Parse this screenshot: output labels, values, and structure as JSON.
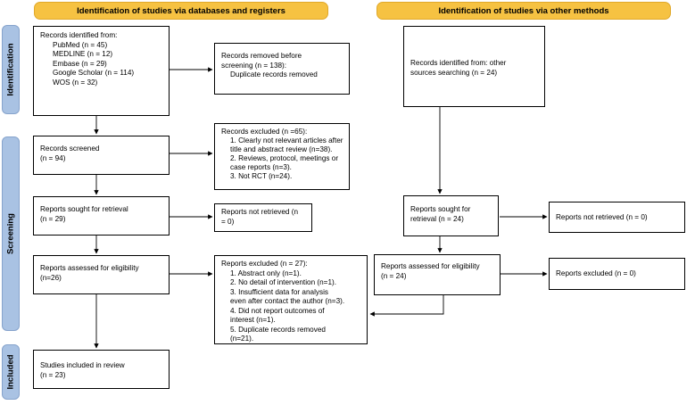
{
  "headers": {
    "databases": "Identification of studies via databases and registers",
    "other": "Identification of studies via other methods"
  },
  "stages": {
    "identification": "Identification",
    "screening": "Screening",
    "included": "Included"
  },
  "boxes": {
    "records_identified": {
      "title": "Records identified from:",
      "lines": [
        "PubMed (n = 45)",
        "MEDLINE (n = 12)",
        "Embase (n = 29)",
        "Google Scholar (n = 114)",
        "WOS (n = 32)"
      ]
    },
    "removed_before": {
      "lines": [
        "Records removed before",
        "screening (n = 138):"
      ],
      "sub": "Duplicate records removed"
    },
    "records_screened": {
      "lines": [
        "Records screened",
        "(n = 94)"
      ]
    },
    "records_excluded": {
      "title": "Records excluded (n =65):",
      "lines": [
        "1. Clearly not relevant articles after",
        "title and abstract review (n=38).",
        "2. Reviews, protocol, meetings or",
        "case reports (n=3).",
        "3. Not RCT (n=24)."
      ]
    },
    "sought_retrieval": {
      "lines": [
        "Reports sought for retrieval",
        "(n = 29)"
      ]
    },
    "not_retrieved": {
      "lines": [
        "Reports not retrieved (n",
        "= 0)"
      ]
    },
    "assessed": {
      "lines": [
        "Reports assessed for eligibility",
        "(n=26)"
      ]
    },
    "reports_excluded": {
      "title": "Reports excluded (n = 27):",
      "lines": [
        "1. Abstract only (n=1).",
        "2. No detail of intervention (n=1).",
        "3. Insufficient data for analysis",
        "even after contact the author (n=3).",
        "4. Did not report outcomes of",
        "interest (n=1).",
        "5. Duplicate records removed",
        "(n=21)."
      ]
    },
    "included": {
      "lines": [
        "Studies included in review",
        "(n = 23)"
      ]
    },
    "other_identified": {
      "lines": [
        "Records identified from: other",
        "sources searching (n = 24)"
      ]
    },
    "other_sought": {
      "lines": [
        "Reports sought for",
        "retrieval (n = 24)"
      ]
    },
    "other_not_retrieved": {
      "lines": [
        "Reports not retrieved (n = 0)"
      ]
    },
    "other_assessed": {
      "lines": [
        "Reports assessed for eligibility",
        "(n = 24)"
      ]
    },
    "other_excluded": {
      "lines": [
        "Reports excluded (n = 0)"
      ]
    }
  }
}
